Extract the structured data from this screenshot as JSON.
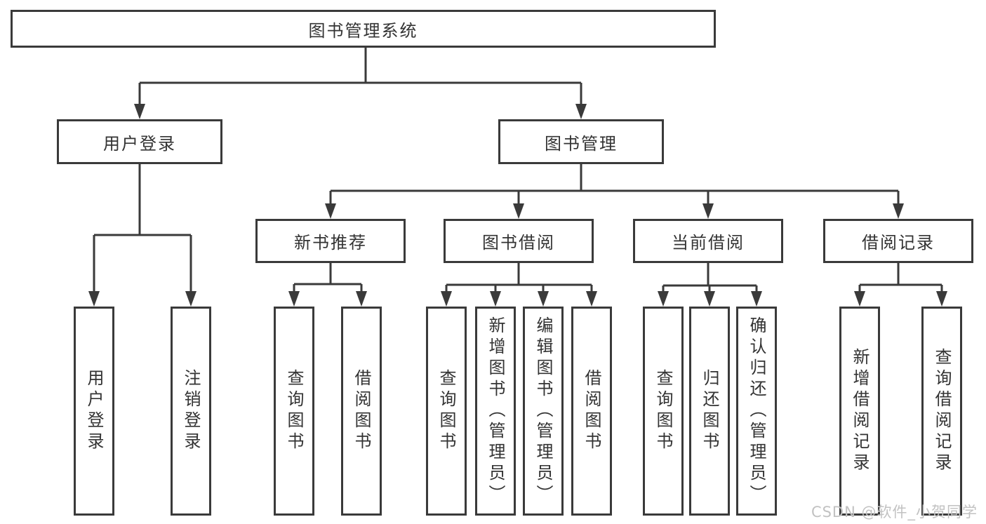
{
  "tree": {
    "label": "图书管理系统",
    "children": [
      {
        "label": "用户登录",
        "children": [
          {
            "label": "用户登录"
          },
          {
            "label": "注销登录"
          }
        ]
      },
      {
        "label": "图书管理",
        "children": [
          {
            "label": "新书推荐",
            "children": [
              {
                "label": "查询图书"
              },
              {
                "label": "借阅图书"
              }
            ]
          },
          {
            "label": "图书借阅",
            "children": [
              {
                "label": "查询图书"
              },
              {
                "label": "新增图书（管理员）"
              },
              {
                "label": "编辑图书（管理员）"
              },
              {
                "label": "借阅图书"
              }
            ]
          },
          {
            "label": "当前借阅",
            "children": [
              {
                "label": "查询图书"
              },
              {
                "label": "归还图书"
              },
              {
                "label": "确认归还（管理员）"
              }
            ]
          },
          {
            "label": "借阅记录",
            "children": [
              {
                "label": "新增借阅记录"
              },
              {
                "label": "查询借阅记录"
              }
            ]
          }
        ]
      }
    ]
  },
  "watermark": {
    "text": "CSDN @软件_小贺同学"
  },
  "colors": {
    "line": "#3a3a3a",
    "text": "#333333",
    "watermark": "#c2c2c2",
    "background": "#ffffff"
  }
}
